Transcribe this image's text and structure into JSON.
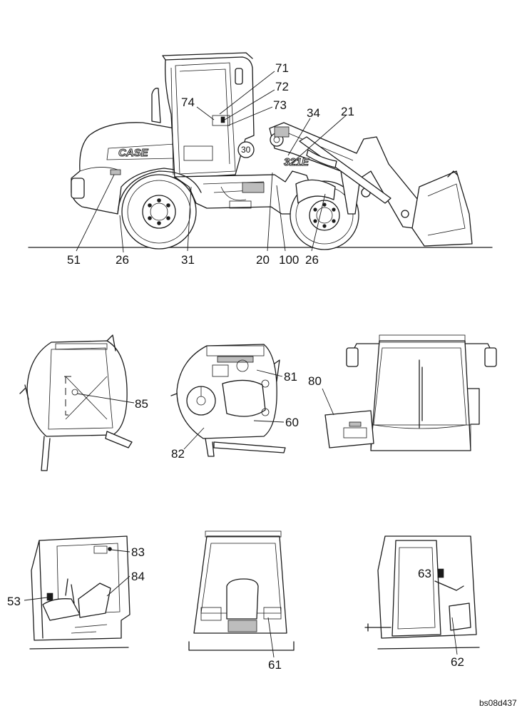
{
  "drawing_code": "bs08d437",
  "decal_labels": {
    "brand": "CASE",
    "model": "321E",
    "speed": "30"
  },
  "callouts": [
    "71",
    "72",
    "73",
    "74",
    "34",
    "21",
    "51",
    "26",
    "31",
    "20",
    "100",
    "26",
    "85",
    "81",
    "60",
    "82",
    "80",
    "83",
    "84",
    "53",
    "61",
    "63",
    "62"
  ]
}
